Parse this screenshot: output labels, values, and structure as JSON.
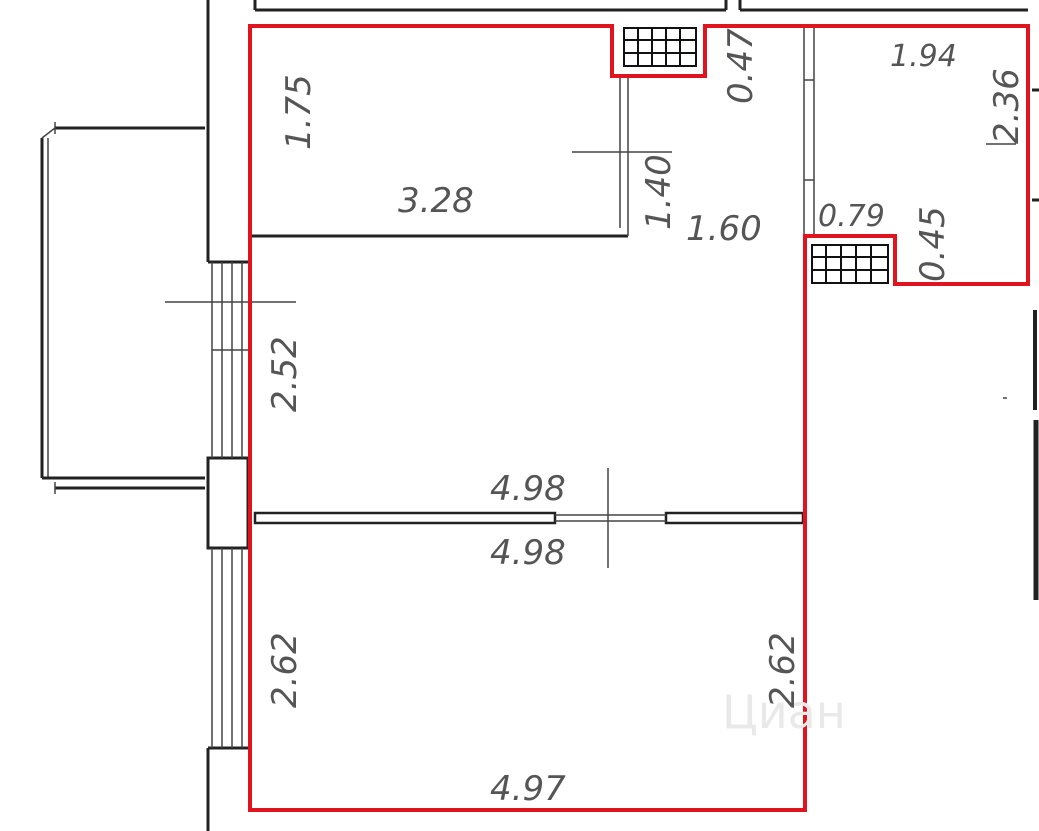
{
  "dimensions": {
    "top_room_left": "1.75",
    "top_room_bottom": "3.28",
    "corridor_side": "1.40",
    "corridor_width": "1.60",
    "corridor_top": "0.47",
    "bath_top": "1.94",
    "bath_right": "2.36",
    "bath_bottom": "0.79",
    "bath_offset": "0.45",
    "middle_room_left": "2.52",
    "partition_top": "4.98",
    "partition_bottom": "4.98",
    "bottom_room_left": "2.62",
    "bottom_room_right": "2.62",
    "bottom_room_bottom": "4.97"
  },
  "watermark": "Циан",
  "colors": {
    "outline": "#e0141e",
    "walls": "#222222",
    "labels": "#555555"
  }
}
